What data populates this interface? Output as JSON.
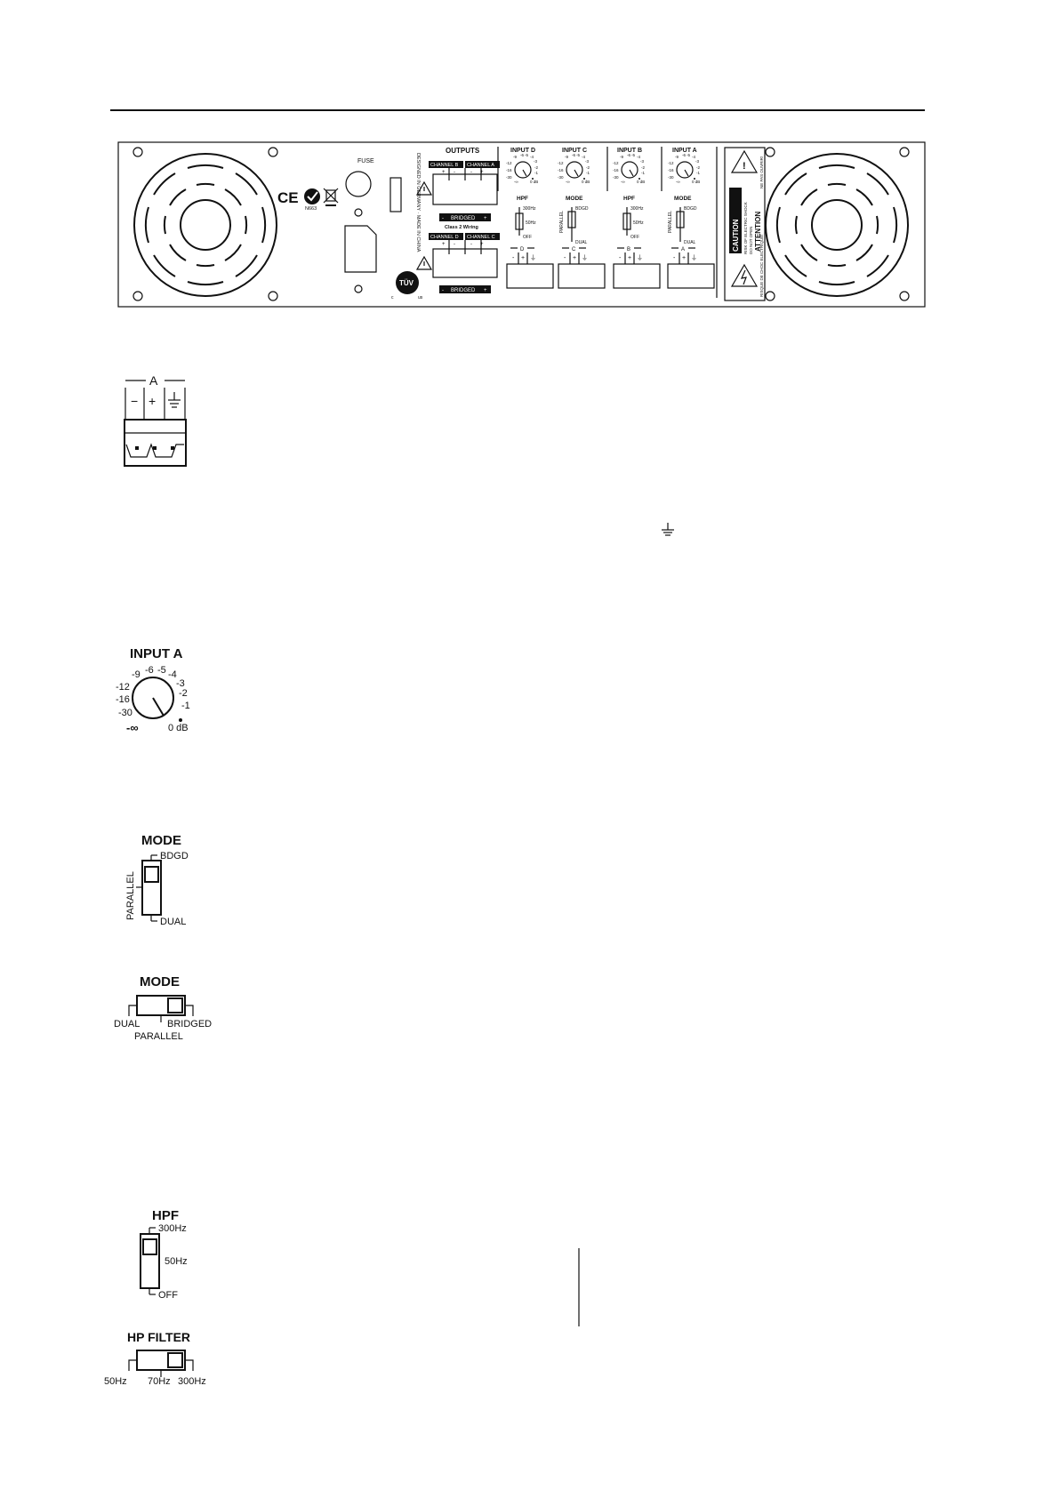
{
  "panel": {
    "fuse_label": "FUSE",
    "outputs_label": "OUTPUTS",
    "made_in_label": "DESIGNED IN GERMANY · MADE IN CHINA",
    "channel_b": "CHANNEL B",
    "channel_a": "CHANNEL A",
    "channel_d": "CHANNEL D",
    "channel_c": "CHANNEL C",
    "bridged": "BRIDGED",
    "class2": "Class 2 Wiring",
    "plus": "+",
    "minus": "-",
    "ce_mark": "CE",
    "c_tick_code": "N663",
    "tuv_label": "TÜV",
    "tuv_c": "c",
    "tuv_us": "us",
    "inputs": [
      {
        "label": "INPUT D",
        "terminal": "D"
      },
      {
        "label": "INPUT C",
        "terminal": "C"
      },
      {
        "label": "INPUT B",
        "terminal": "B"
      },
      {
        "label": "INPUT A",
        "terminal": "A"
      }
    ],
    "hpf_label": "HPF",
    "mode_label": "MODE",
    "hpf_300": "300Hz",
    "hpf_50": "50Hz",
    "hpf_off": "OFF",
    "mode_bdgd": "BDGD",
    "mode_parallel": "PARALLEL",
    "mode_dual": "DUAL",
    "caution_title": "CAUTION",
    "caution_line1": "RISK OF ELECTRIC SHOCK",
    "caution_line2": "DO NOT OPEN",
    "attention_title": "ATTENTION",
    "attention_line1": "RISQUE DE CHOC ELECTRIQUE!",
    "attention_line2": "NE PAS OUVRIR!",
    "warning_glyph": "!"
  },
  "dial_scale": {
    "left": [
      "-9",
      "-12",
      "-16",
      "-30"
    ],
    "top": [
      "-6",
      "-5"
    ],
    "right": [
      "-4",
      "-3",
      "-2",
      "-1"
    ],
    "min": "-∞",
    "max": "0 dB"
  },
  "terminal_detail": {
    "label": "A",
    "minus": "−",
    "plus": "+"
  },
  "input_detail": {
    "label": "INPUT A"
  },
  "mode_vertical": {
    "label": "MODE",
    "bdgd": "BDGD",
    "parallel": "PARALLEL",
    "dual": "DUAL"
  },
  "mode_horizontal": {
    "label": "MODE",
    "dual": "DUAL",
    "bridged": "BRIDGED",
    "parallel": "PARALLEL"
  },
  "hpf_vertical": {
    "label": "HPF",
    "top": "300Hz",
    "mid": "50Hz",
    "bottom": "OFF"
  },
  "hp_filter": {
    "label": "HP FILTER",
    "left": "50Hz",
    "mid": "70Hz",
    "right": "300Hz"
  }
}
